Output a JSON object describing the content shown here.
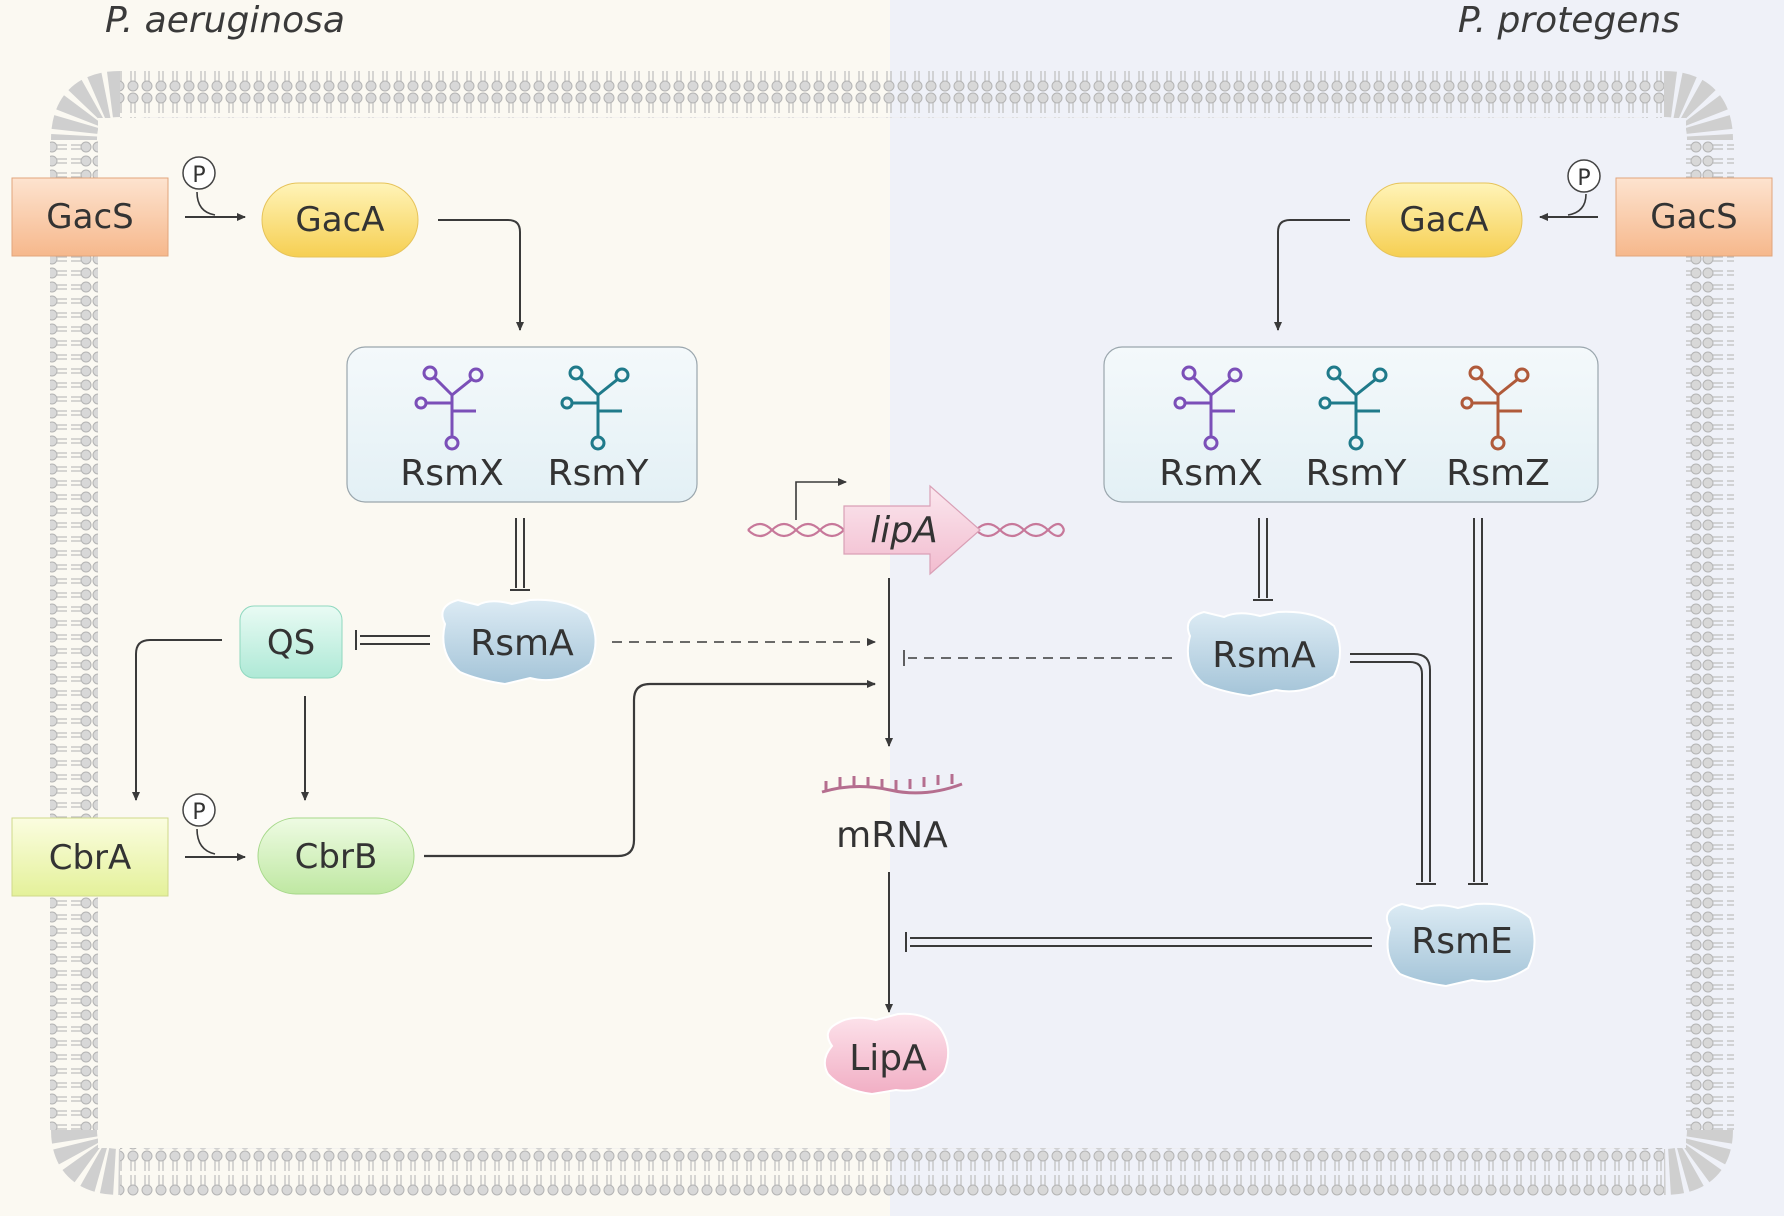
{
  "species": {
    "left": "P. aeruginosa",
    "right": "P. protegens"
  },
  "left": {
    "gacS": "GacS",
    "gacA": "GacA",
    "phospho1": "P",
    "rsmX": "RsmX",
    "rsmY": "RsmY",
    "rsmA": "RsmA",
    "qs": "QS",
    "cbrA": "CbrA",
    "cbrB": "CbrB",
    "phospho2": "P"
  },
  "right": {
    "gacS": "GacS",
    "gacA": "GacA",
    "phospho": "P",
    "rsmX": "RsmX",
    "rsmY": "RsmY",
    "rsmZ": "RsmZ",
    "rsmA": "RsmA",
    "rsmE": "RsmE"
  },
  "center": {
    "gene": "lipA",
    "mrna": "mRNA",
    "protein": "LipA"
  },
  "colors": {
    "left_bg": "#fbf9f2",
    "right_bg": "#eff1f8",
    "membrane": "#c9c9c9",
    "arrow": "#3a3a3a",
    "rsmX_icon": "#7b4fb8",
    "rsmY_icon": "#1f7a8a",
    "rsmZ_icon": "#b05a3a",
    "dna": "#c7789a"
  }
}
